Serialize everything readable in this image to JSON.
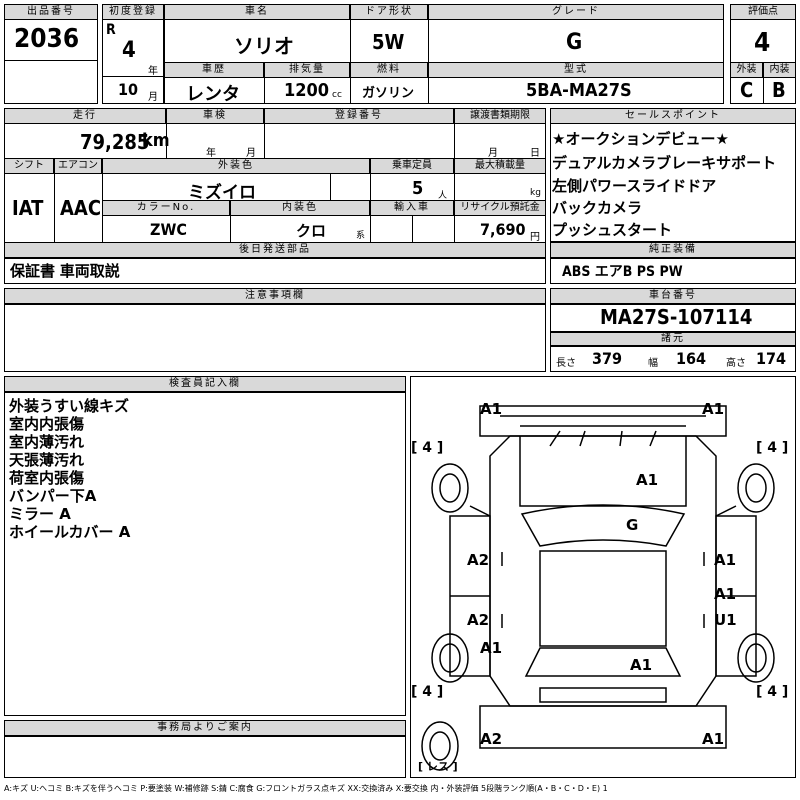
{
  "headers": {
    "lot_no": "出品番号",
    "first_reg": "初度登録",
    "car_name": "車名",
    "door": "ドア形状",
    "grade": "グレード",
    "score": "評価点",
    "history": "車歴",
    "displacement": "排気量",
    "fuel": "燃料",
    "model_code": "型式",
    "exterior": "外装",
    "interior": "内装",
    "mileage": "走行",
    "inspection": "車検",
    "reg_no": "登録番号",
    "transfer_doc": "譲渡書類期限",
    "sales_points": "セールスポイント",
    "shift": "シフト",
    "aircon": "エアコン",
    "ext_color": "外装色",
    "capacity": "乗車定員",
    "max_load": "最大積載量",
    "color_no": "カラーNo.",
    "int_color": "内装色",
    "import": "輸入車",
    "recycle": "リサイクル預託金",
    "later_parts": "後日発送部品",
    "genuine": "純正装備",
    "notes": "注意事項欄",
    "chassis": "車台番号",
    "dimensions": "諸元",
    "inspector": "検査員記入欄",
    "office": "事務局よりご案内"
  },
  "vehicle": {
    "lot_no": "2036",
    "era": "R",
    "year": "4",
    "year_unit": "年",
    "month": "10",
    "month_unit": "月",
    "car_name": "ソリオ",
    "door": "5W",
    "grade": "G",
    "score": "4",
    "history": "レンタ",
    "displacement": "1200",
    "displacement_unit": "cc",
    "fuel": "ガソリン",
    "model_code": "5BA-MA27S",
    "exterior_grade": "C",
    "interior_grade": "B",
    "mileage": "79,285",
    "mileage_unit": "km",
    "insp_year_unit": "年",
    "insp_month_unit": "月",
    "doc_month_unit": "月",
    "doc_day_unit": "日",
    "shift": "IAT",
    "aircon": "AAC",
    "ext_color": "ミズイロ",
    "capacity": "5",
    "capacity_unit": "人",
    "max_load_unit": "kg",
    "color_no": "ZWC",
    "int_color": "クロ",
    "int_color_unit": "系",
    "recycle": "7,690",
    "recycle_unit": "円",
    "later_parts": "保証書 車両取説",
    "genuine": "ABS エアB PS PW",
    "chassis": "MA27S-107114",
    "length_label": "長さ",
    "length": "379",
    "width_label": "幅",
    "width": "164",
    "height_label": "高さ",
    "height": "174"
  },
  "sales_points": [
    "★オークションデビュー★",
    "デュアルカメラブレーキサポート",
    "左側パワースライドドア",
    "バックカメラ",
    "プッシュスタート"
  ],
  "inspector_notes": [
    "外装うすい線キズ",
    "室内内張傷",
    "室内薄汚れ",
    "天張薄汚れ",
    "荷室内張傷",
    "バンパー下A",
    "ミラー A",
    "ホイールカバー A"
  ],
  "diagram": {
    "front_left": "A1",
    "front_right": "A1",
    "hood": "A1",
    "windshield": "G",
    "left_front_door": "A2",
    "right_front_door": "A1",
    "left_rear_door": "A2",
    "right_rear_upper": "A1",
    "right_rear_door": "U1",
    "left_rear_quarter": "A1",
    "roof": "A1",
    "rear_left": "A2",
    "rear_right": "A1",
    "tire_fl": "[ 4 ]",
    "tire_fr": "[ 4 ]",
    "tire_rl": "[ 4 ]",
    "tire_rr": "[ 4 ]",
    "spare": "[ レス ]"
  },
  "legend": "A:キズ U:ヘコミ B:キズを伴うヘコミ P:要塗装 W:補修跡 S:錆 C:腐食 G:フロントガラス点キズ XX:交換済み X:要交換 内・外装評価 5段階ランク順(A・B・C・D・E) 1"
}
